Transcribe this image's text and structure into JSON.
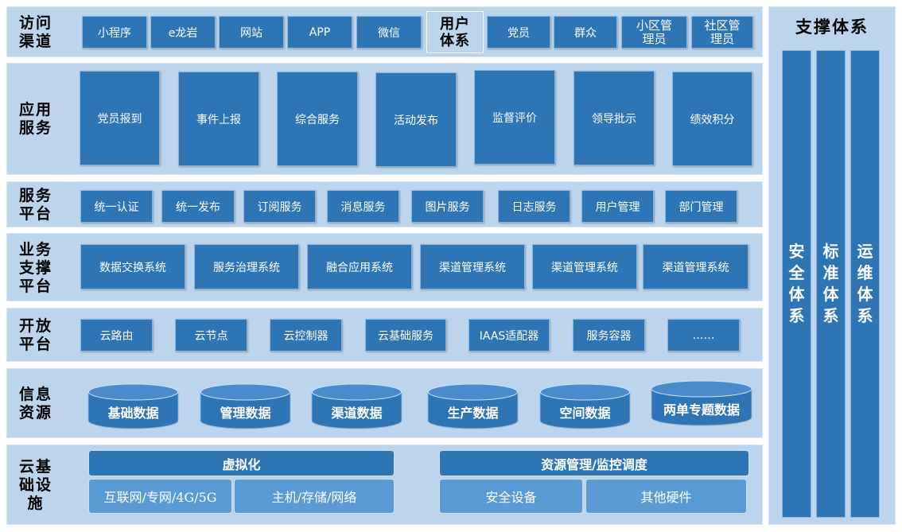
{
  "rows": {
    "access": {
      "label": "访问渠道",
      "items": [
        "小程序",
        "e龙岩",
        "网站",
        "APP",
        "微信"
      ],
      "user_label": "用户体系",
      "users": [
        "党员",
        "群众",
        "小区管理员",
        "社区管理员"
      ]
    },
    "apps": {
      "label": "应用服务",
      "items": [
        "党员报到",
        "事件上报",
        "综合服务",
        "活动发布",
        "监督评价",
        "领导批示",
        "绩效积分"
      ]
    },
    "service": {
      "label": "服务平台",
      "items": [
        "统一认证",
        "统一发布",
        "订阅服务",
        "消息服务",
        "图片服务",
        "日志服务",
        "用户管理",
        "部门管理"
      ]
    },
    "biz": {
      "label": "业务支撑平台",
      "items": [
        "数据交换系统",
        "服务治理系统",
        "融合应用系统",
        "渠道管理系统",
        "渠道管理系统",
        "渠道管理系统"
      ]
    },
    "open": {
      "label": "开放平台",
      "items": [
        "云路由",
        "云节点",
        "云控制器",
        "云基础服务",
        "IAAS适配器",
        "服务容器",
        "……"
      ]
    },
    "info": {
      "label": "信息资源",
      "items": [
        "基础数据",
        "管理数据",
        "渠道数据",
        "生产数据",
        "空间数据",
        "两单专题数据"
      ]
    },
    "cloud": {
      "label": "云基础设施",
      "virt": "虚拟化",
      "virt_items": [
        "互联网/专网/4G/5G",
        "主机/存储/网络"
      ],
      "res": "资源管理/监控调度",
      "res_items": [
        "安全设备",
        "其他硬件"
      ]
    }
  },
  "support": {
    "title": "支撑体系",
    "columns": [
      "安全体系",
      "标准体系",
      "运维体系"
    ]
  },
  "colors": {
    "panel": "#bcd5ec",
    "box": "#2e75b6",
    "bar": "#4a8bcb"
  }
}
